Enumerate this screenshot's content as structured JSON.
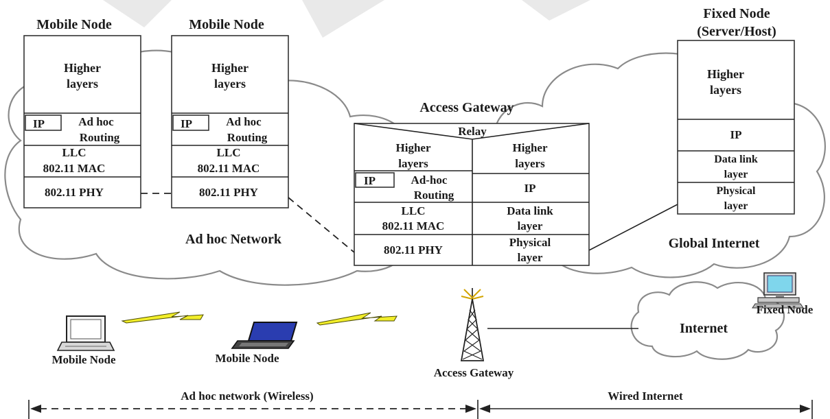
{
  "mobile_node_1": {
    "title": "Mobile Node",
    "higher_1": "Higher",
    "higher_2": "layers",
    "ip": "IP",
    "routing_1": "Ad hoc",
    "routing_2": "Routing",
    "llc": "LLC",
    "mac": "802.11 MAC",
    "phy": "802.11 PHY"
  },
  "mobile_node_2": {
    "title": "Mobile Node",
    "higher_1": "Higher",
    "higher_2": "layers",
    "ip": "IP",
    "routing_1": "Ad hoc",
    "routing_2": "Routing",
    "llc": "LLC",
    "mac": "802.11 MAC",
    "phy": "802.11 PHY"
  },
  "access_gateway": {
    "title": "Access Gateway",
    "relay": "Relay",
    "left": {
      "higher_1": "Higher",
      "higher_2": "layers",
      "ip": "IP",
      "routing_1": "Ad-hoc",
      "routing_2": "Routing",
      "llc": "LLC",
      "mac": "802.11 MAC",
      "phy": "802.11 PHY"
    },
    "right": {
      "higher_1": "Higher",
      "higher_2": "layers",
      "ip": "IP",
      "datalink_1": "Data link",
      "datalink_2": "layer",
      "physical_1": "Physical",
      "physical_2": "layer"
    }
  },
  "fixed_node": {
    "title_1": "Fixed Node",
    "title_2": "(Server/Host)",
    "higher_1": "Higher",
    "higher_2": "layers",
    "ip": "IP",
    "datalink_1": "Data link",
    "datalink_2": "layer",
    "physical_1": "Physical",
    "physical_2": "layer"
  },
  "clouds": {
    "adhoc": "Ad hoc Network",
    "global": "Global Internet",
    "internet": "Internet"
  },
  "devices": {
    "mobile_1": "Mobile Node",
    "mobile_2": "Mobile Node",
    "gateway": "Access Gateway",
    "fixed": "Fixed Node"
  },
  "ranges": {
    "wireless": "Ad hoc network (Wireless)",
    "wired": "Wired Internet"
  },
  "colors": {
    "bolt": "#f2ee2a",
    "laptop_screen": "#2a3db0",
    "monitor_screen": "#7fd6ec"
  }
}
